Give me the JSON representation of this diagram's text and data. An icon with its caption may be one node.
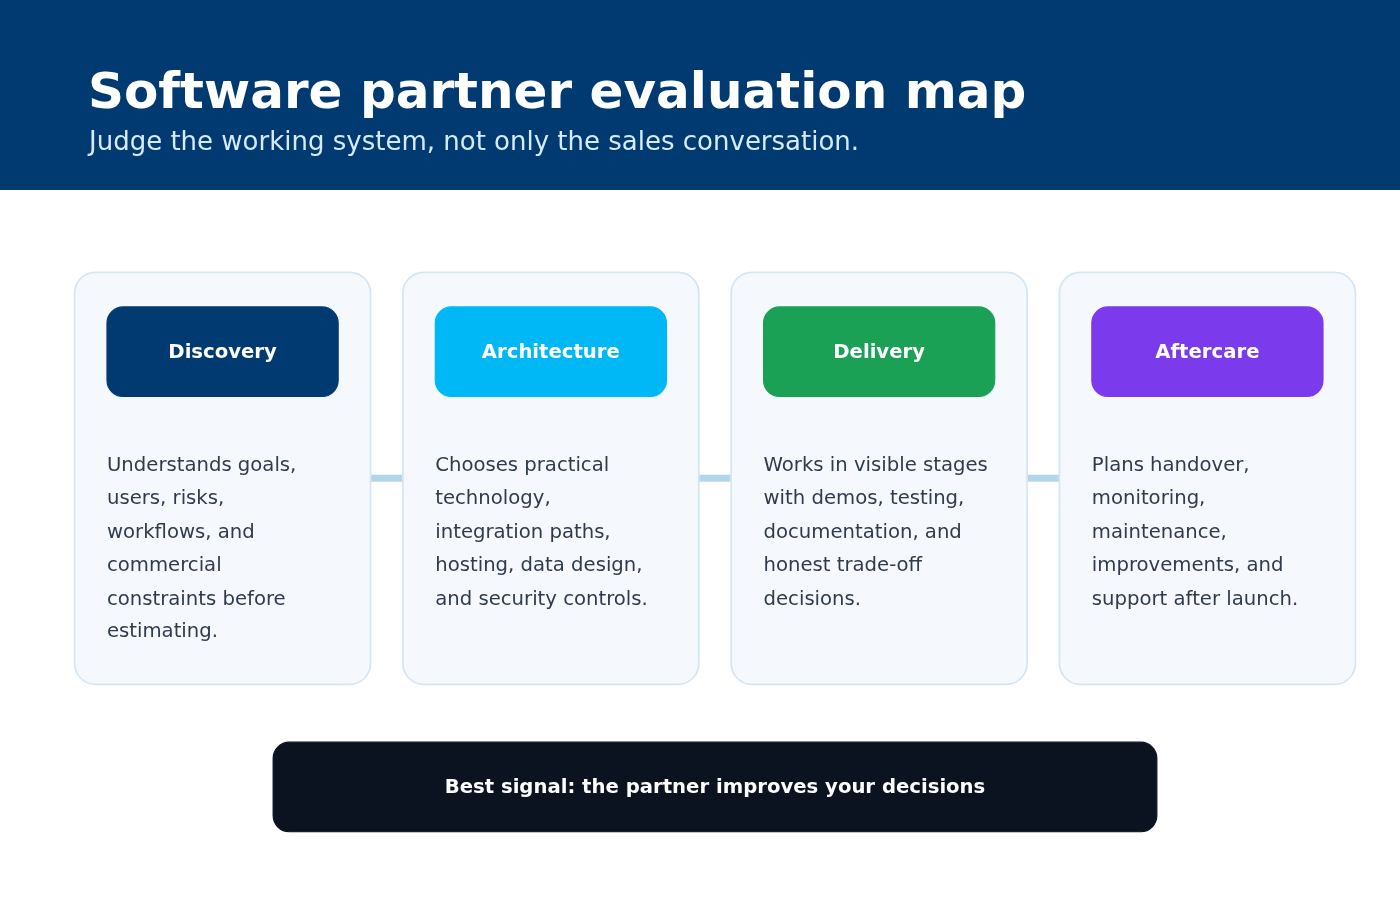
{
  "diagram": {
    "title": "Software partner evaluation map",
    "nodes": [
      {
        "text": [
          "Understands goals, users, risks, workflows, and commercial constraints before estimating."
        ]
      },
      {
        "text": [
          "Discovery"
        ],
        "in": 0
      },
      {
        "text": [
          "Chooses practical technology, integration paths, hosting, data design, and security controls."
        ]
      },
      {
        "text": [
          "Architecture"
        ],
        "in": 2
      },
      {
        "text": [
          "Works in visible stages with demos, testing, documentation, and honest trade-off decisions."
        ]
      },
      {
        "text": [
          "Delivery"
        ],
        "in": 4
      },
      {
        "text": [
          "Plans handover, monitoring, maintenance, improvements, and support after launch."
        ]
      },
      {
        "text": [
          "Aftercare"
        ],
        "in": 6
      },
      {
        "text": [
          "Best signal: the partner improves your decisions"
        ]
      }
    ],
    "edges": [
      {
        "from": 0,
        "to": 2,
        "arrow": "none"
      },
      {
        "from": 2,
        "to": 4,
        "arrow": "none"
      },
      {
        "from": 4,
        "to": 6,
        "arrow": "none"
      }
    ],
    "labels": [
      "Judge the working system, not only the sales conversation."
    ]
  }
}
